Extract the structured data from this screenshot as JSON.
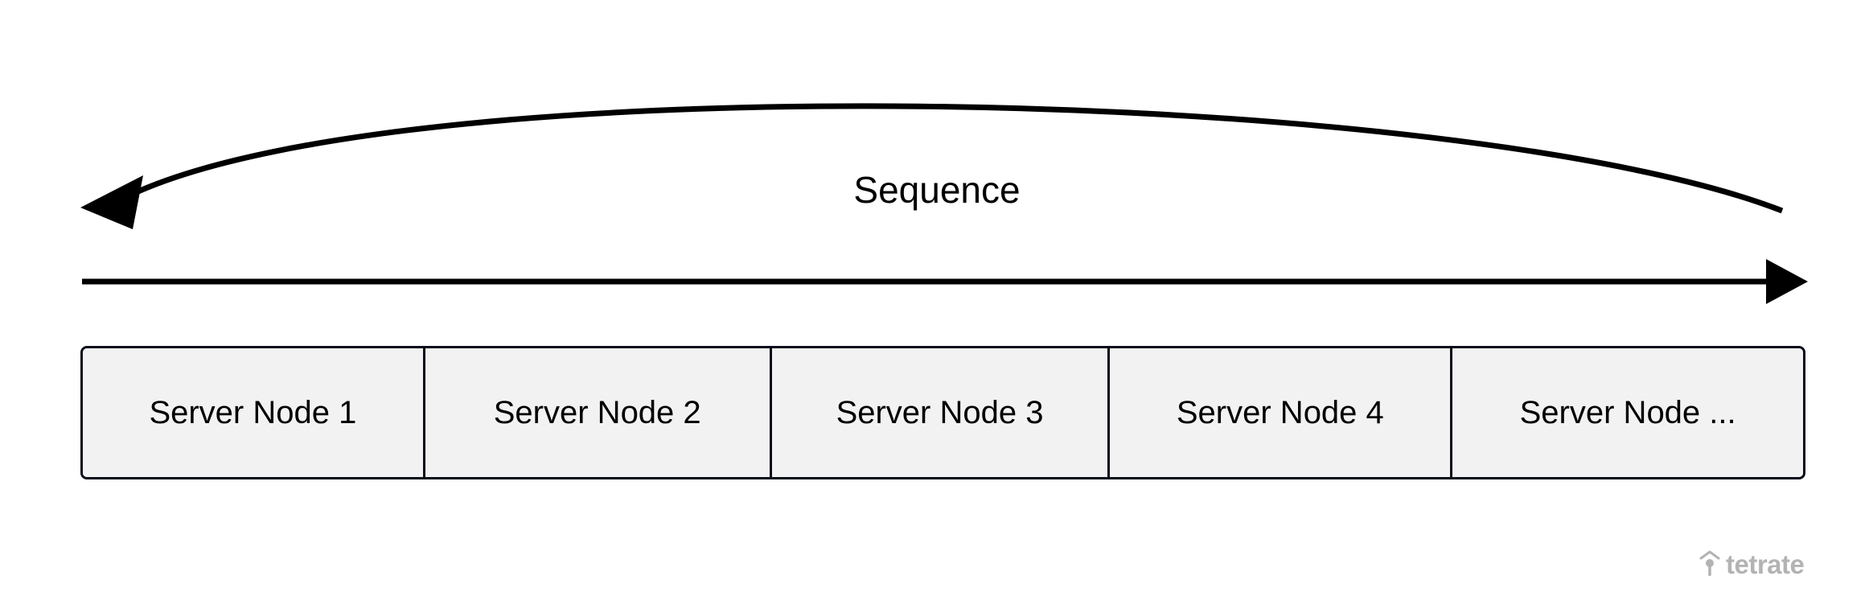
{
  "diagram": {
    "type": "sequence-node-strip",
    "background_color": "#ffffff",
    "sequence_label": "Sequence",
    "curved_arrow": {
      "name": "curved-sequence-arrow",
      "direction": "right-to-left",
      "arrowhead": "left-end",
      "color": "#000000"
    },
    "straight_arrow": {
      "name": "straight-sequence-arrow",
      "direction": "left-to-right",
      "arrowhead": "right-end",
      "color": "#000000"
    },
    "nodes": {
      "border_color": "#050b1a",
      "fill_color": "#f2f2f2",
      "text_color": "#000000",
      "cells": [
        {
          "label": "Server Node 1"
        },
        {
          "label": "Server Node 2"
        },
        {
          "label": "Server Node 3"
        },
        {
          "label": "Server Node 4"
        },
        {
          "label": "Server Node ..."
        }
      ]
    }
  },
  "branding": {
    "wordmark": "tetrate",
    "mark_icon": "tetrate-pin-icon",
    "color": "#b3b3b3"
  }
}
